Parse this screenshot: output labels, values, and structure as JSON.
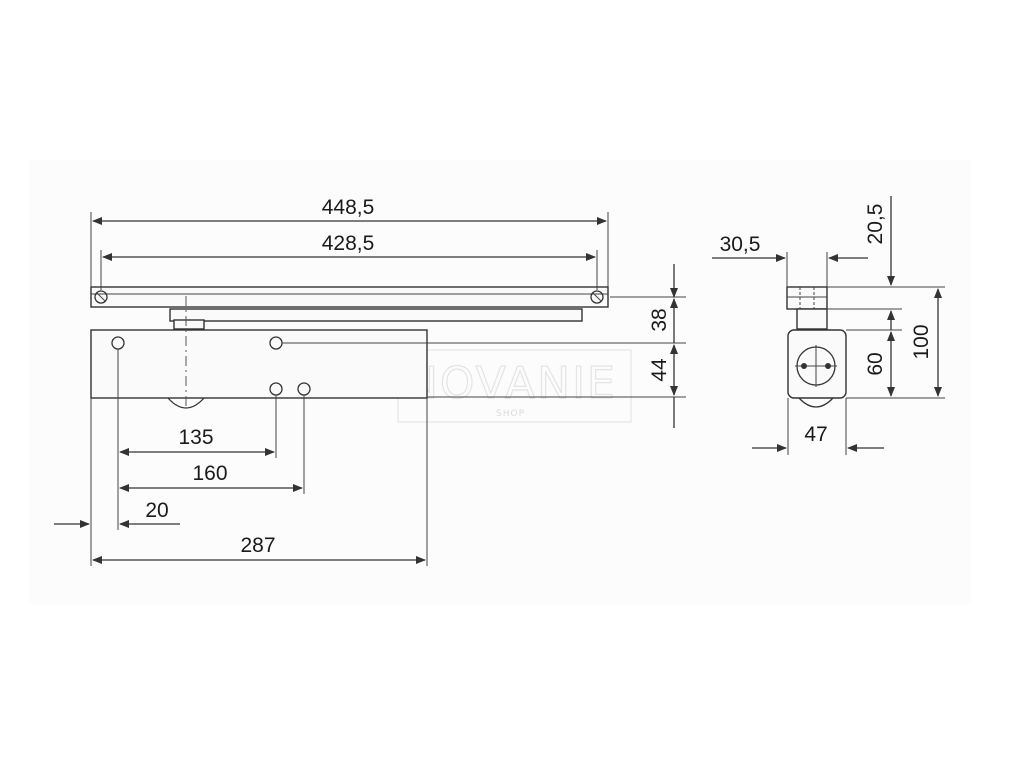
{
  "dimensions": {
    "arm_overall": "448,5",
    "arm_holes": "428,5",
    "arm_height": "38",
    "body_height": "44",
    "hole_135": "135",
    "hole_160": "160",
    "offset_20": "20",
    "body_length": "287",
    "side_30_5": "30,5",
    "side_20_5": "20,5",
    "side_60": "60",
    "side_100": "100",
    "side_47": "47"
  },
  "watermark": {
    "brand": "NOVANIE",
    "sub": "SHOP"
  }
}
